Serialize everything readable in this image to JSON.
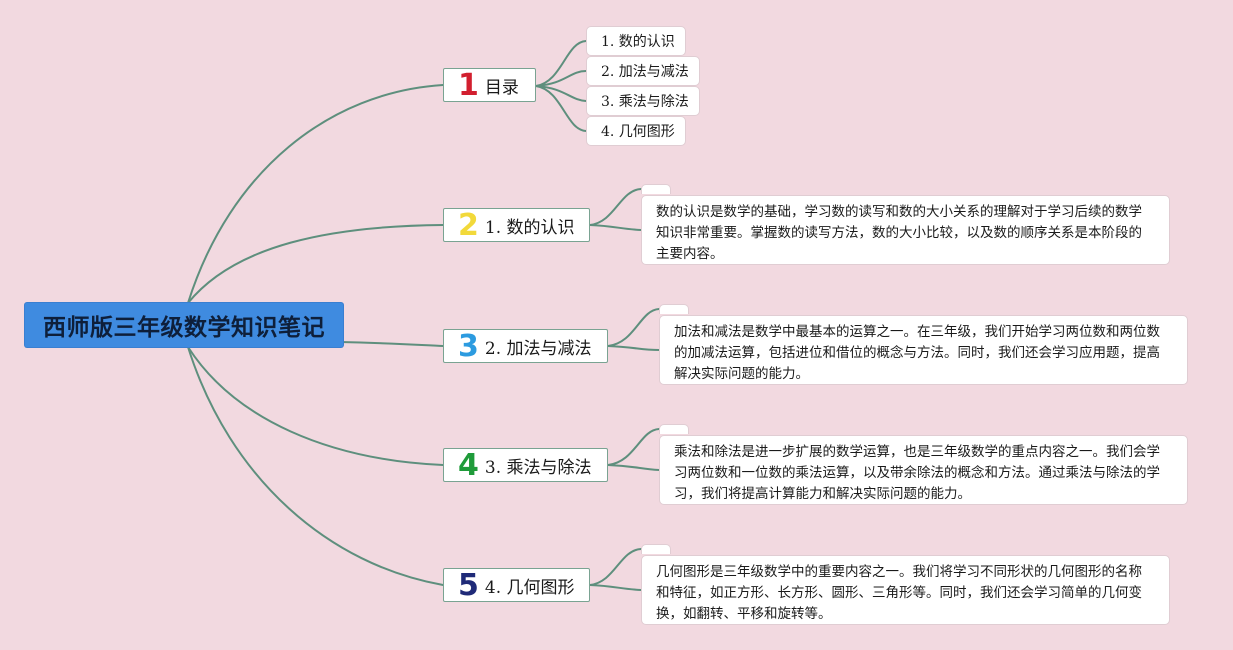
{
  "root": {
    "title": "西师版三年级数学知识笔记"
  },
  "colors": {
    "background": "#f2d9e0",
    "root_fill": "#3f8be0",
    "link": "#5e8f7d",
    "num1": "#d21f2f",
    "num2": "#f2d93a",
    "num3": "#2c9be0",
    "num4": "#1f9b3a",
    "num5": "#1f2a78"
  },
  "branches": [
    {
      "num": "1",
      "label": "目录"
    },
    {
      "num": "2",
      "label": "1. 数的认识"
    },
    {
      "num": "3",
      "label": "2. 加法与减法"
    },
    {
      "num": "4",
      "label": "3. 乘法与除法"
    },
    {
      "num": "5",
      "label": "4. 几何图形"
    }
  ],
  "toc_items": [
    "1. 数的认识",
    "2. 加法与减法",
    "3. 乘法与除法",
    "4. 几何图形"
  ],
  "notes": [
    "数的认识是数学的基础，学习数的读写和数的大小关系的理解对于学习后续的数学知识非常重要。掌握数的读写方法，数的大小比较，以及数的顺序关系是本阶段的主要内容。",
    "加法和减法是数学中最基本的运算之一。在三年级，我们开始学习两位数和两位数的加减法运算，包括进位和借位的概念与方法。同时，我们还会学习应用题，提高解决实际问题的能力。",
    "乘法和除法是进一步扩展的数学运算，也是三年级数学的重点内容之一。我们会学习两位数和一位数的乘法运算，以及带余除法的概念和方法。通过乘法与除法的学习，我们将提高计算能力和解决实际问题的能力。",
    "几何图形是三年级数学中的重要内容之一。我们将学习不同形状的几何图形的名称和特征，如正方形、长方形、圆形、三角形等。同时，我们还会学习简单的几何变换，如翻转、平移和旋转等。"
  ]
}
